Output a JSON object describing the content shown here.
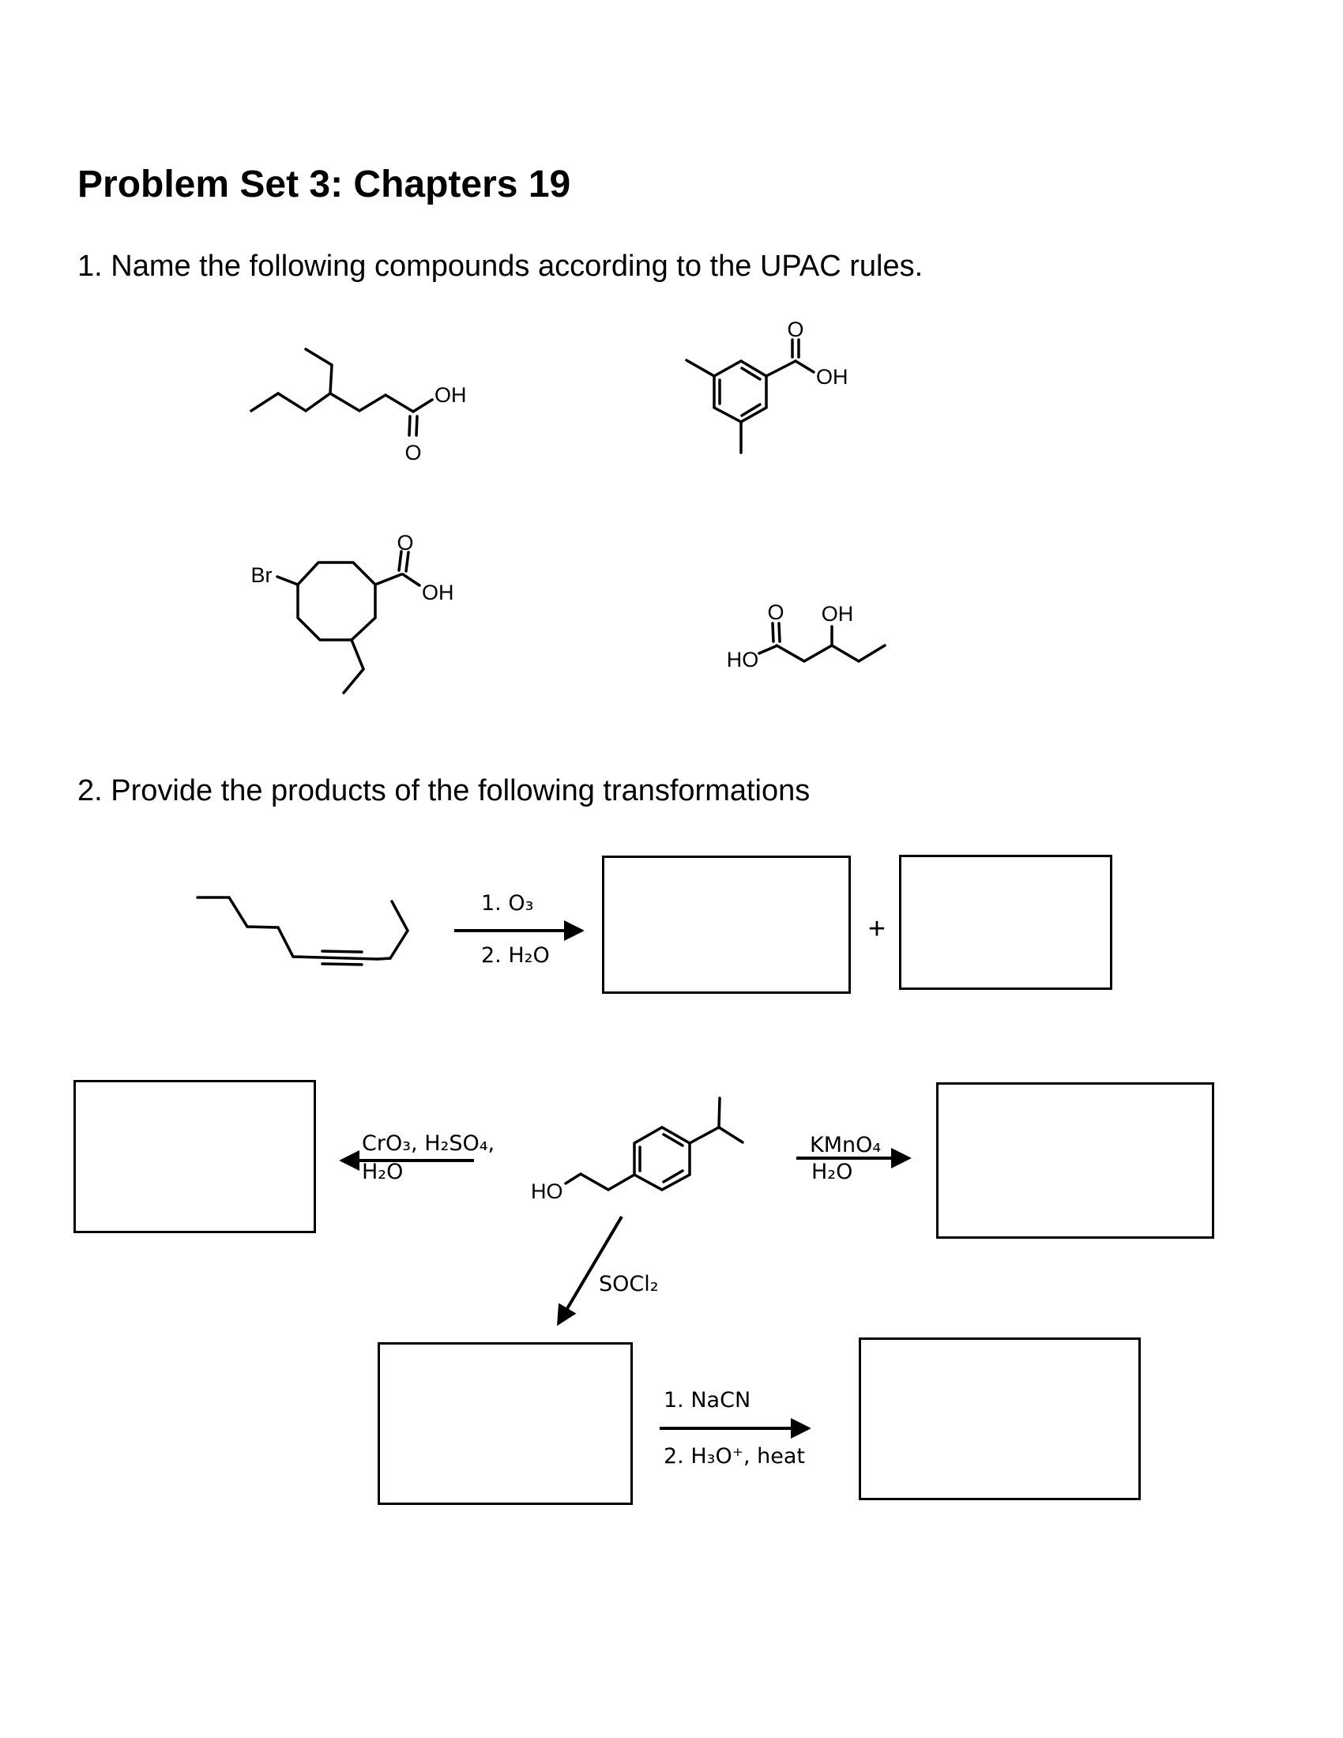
{
  "doc": {
    "title": "Problem Set 3: Chapters 19",
    "question1": "1. Name the following compounds according to the UPAC rules.",
    "question2": "2. Provide the products of the following transformations",
    "plus_sign": "+"
  },
  "atom_labels": {
    "s1_oh": "OH",
    "s1_o": "O",
    "s2_o": "O",
    "s2_oh": "OH",
    "s3_br": "Br",
    "s3_o": "O",
    "s3_oh": "OH",
    "s4_ho": "HO",
    "s4_o": "O",
    "s4_oh": "OH",
    "s6_ho": "HO"
  },
  "reagents": {
    "ozonolysis_step1": "1. O₃",
    "ozonolysis_step2": "2. H₂O",
    "jones_above": "CrO₃, H₂SO₄,",
    "jones_below": "H₂O",
    "kmno4_above": "KMnO₄",
    "kmno4_below": "H₂O",
    "socl2": "SOCl₂",
    "nacn_step1": "1. NaCN",
    "nacn_step2": "2. H₃O⁺, heat"
  }
}
